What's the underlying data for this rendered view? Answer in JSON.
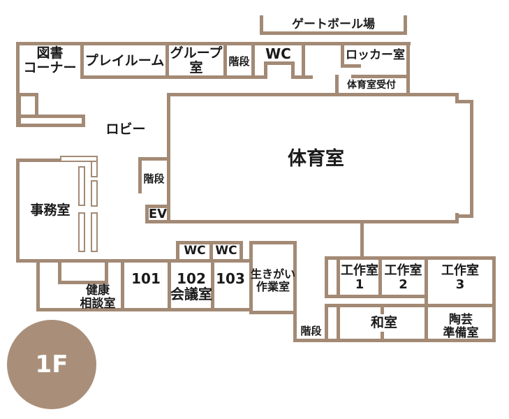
{
  "title": "1F floor plan",
  "labels": {
    "gateball": "ゲートボール場",
    "library": [
      "図書",
      "コーナー"
    ],
    "playroom": "プレイルーム",
    "group_room": [
      "グループ",
      "室"
    ],
    "stairs_top": "階段",
    "wc_top": "WC",
    "locker_room": "ロッカー室",
    "gym_reception": "体育室受付",
    "lobby": "ロビー",
    "gym": "体育室",
    "stairs_mid": "階段",
    "elevator": "EV",
    "office": "事務室",
    "health_room": [
      "健康",
      "相談室"
    ],
    "room101": "101",
    "room102": [
      "102",
      "会議室"
    ],
    "room103": "103",
    "wc_bottom_1": "WC",
    "wc_bottom_2": "WC",
    "ikigai_room": [
      "生きがい",
      "作業室"
    ],
    "workshop1": [
      "工作室",
      "1"
    ],
    "workshop2": [
      "工作室",
      "2"
    ],
    "workshop3": [
      "工作室",
      "3"
    ],
    "washitsu": "和室",
    "pottery_prep": [
      "陶芸",
      "準備室"
    ],
    "stairs_bottom": "階段",
    "floor_badge": "1F"
  },
  "colors": {
    "wall": "#a38a75",
    "badge": "#a98f7a",
    "text": "#1a1a1a",
    "background": "#ffffff"
  }
}
